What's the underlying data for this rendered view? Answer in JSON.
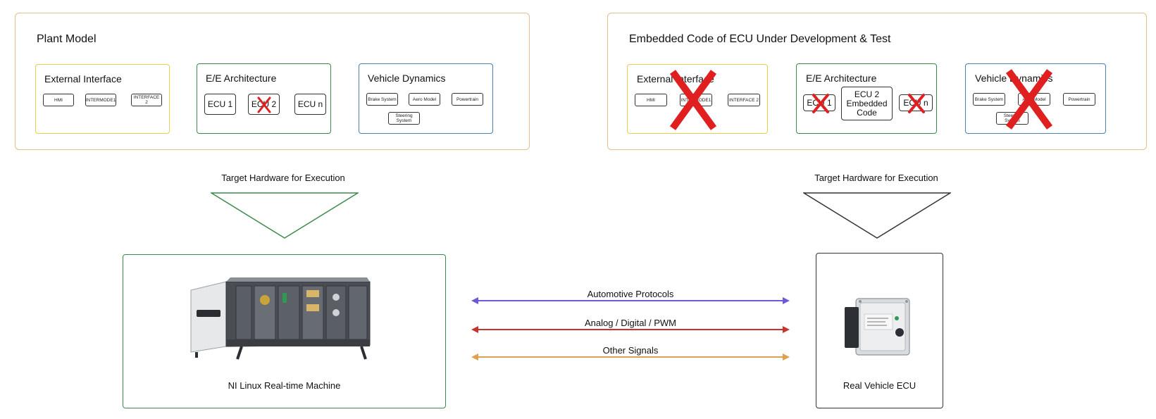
{
  "left": {
    "title": "Plant Model",
    "external_interface": {
      "title": "External Interface",
      "items": [
        "HMI",
        "INTERMODE1",
        "INTERFACE 2"
      ]
    },
    "ee_architecture": {
      "title": "E/E Architecture",
      "ecus": [
        "ECU 1",
        "ECU 2",
        "ECU n"
      ]
    },
    "vehicle_dynamics": {
      "title": "Vehicle Dynamics",
      "items": [
        "Brake System",
        "Aero Model",
        "Powertrain",
        "Steering System"
      ]
    }
  },
  "right": {
    "title": "Embedded Code of ECU Under Development & Test",
    "external_interface": {
      "title": "External Interface",
      "items": [
        "HMI",
        "INTERMODE1",
        "INTERFACE 2"
      ]
    },
    "ee_architecture": {
      "title": "E/E Architecture",
      "ecus": [
        "ECU 1",
        "ECU 2 Embedded Code",
        "ECU n"
      ]
    },
    "vehicle_dynamics": {
      "title": "Vehicle Dynamics",
      "items": [
        "Brake System",
        "Aero Model",
        "Powertrain",
        "Steering System"
      ]
    }
  },
  "target_label_left": "Target Hardware for Execution",
  "target_label_right": "Target Hardware for Execution",
  "hardware_left": {
    "label": "NI Linux Real-time Machine"
  },
  "hardware_right": {
    "label": "Real Vehicle ECU"
  },
  "signals": [
    {
      "label": "Automotive Protocols",
      "color": "#6a5ad8"
    },
    {
      "label": "Analog / Digital / PWM",
      "color": "#c8332c"
    },
    {
      "label": "Other Signals",
      "color": "#e0a050"
    }
  ],
  "colors": {
    "outer_border": "#e2c08f",
    "ext_interface_border": "#e8d04a",
    "ee_arch_border": "#3c8a4a",
    "veh_dyn_border": "#4a7fb0",
    "triangle_left": "#3c8a4a",
    "triangle_right": "#333333",
    "hw_left_border": "#3c8a4a",
    "hw_right_border": "#333333",
    "x_mark": "#e02020"
  }
}
